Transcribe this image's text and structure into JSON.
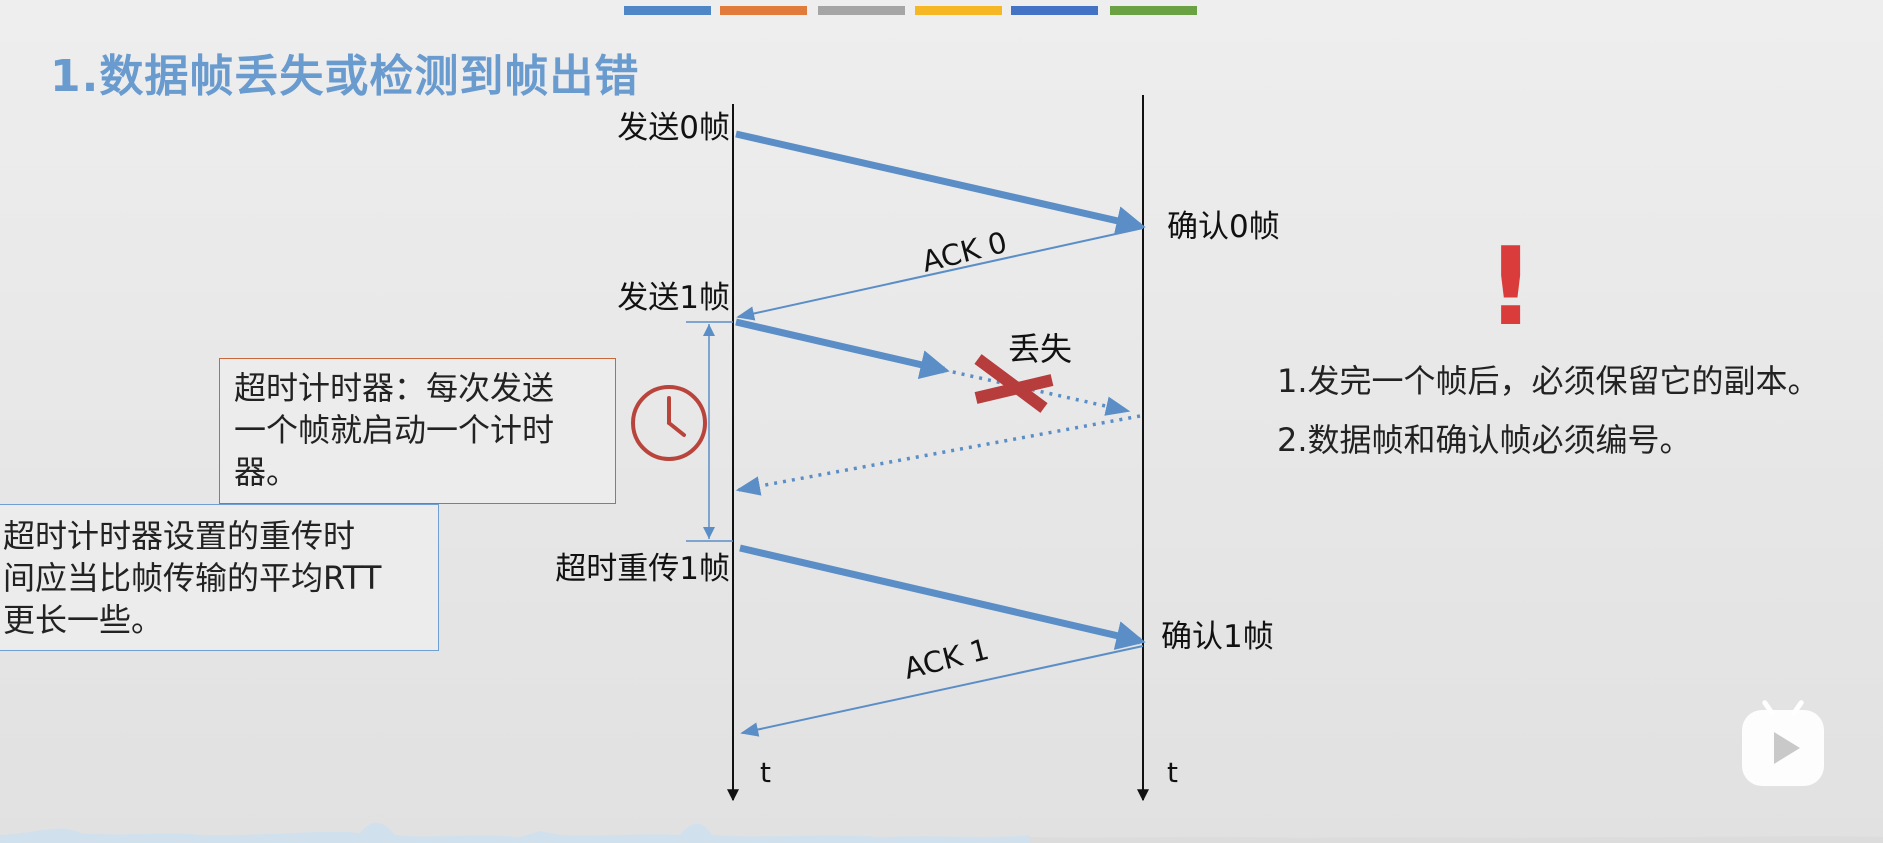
{
  "color_bars": [
    {
      "name": "color-bar-blue",
      "color": "#4f86c6"
    },
    {
      "name": "color-bar-orange",
      "color": "#e07b3c"
    },
    {
      "name": "color-bar-gray",
      "color": "#a5a5a5"
    },
    {
      "name": "color-bar-yellow",
      "color": "#f5b824"
    },
    {
      "name": "color-bar-darkblue",
      "color": "#4472c4"
    },
    {
      "name": "color-bar-green",
      "color": "#6aa143"
    }
  ],
  "title": "1.数据帧丢失或检测到帧出错",
  "sender_labels": {
    "send0": "发送0帧",
    "send1": "发送1帧",
    "retransmit1": "超时重传1帧"
  },
  "receiver_labels": {
    "confirm0": "确认0帧",
    "confirm1": "确认1帧"
  },
  "ack_labels": {
    "ack0": "ACK 0",
    "ack1": "ACK 1"
  },
  "loss_label": "丢失",
  "axis_labels": {
    "sender_t": "t",
    "receiver_t": "t"
  },
  "timer_box": {
    "lines": [
      "超时计时器：每次发送",
      "一个帧就启动一个计时",
      "器。"
    ]
  },
  "rtt_box": {
    "lines": [
      "超时计时器设置的重传时",
      "间应当比帧传输的平均RTT",
      "更长一些。"
    ]
  },
  "exclamation": "!",
  "rules": [
    "1.发完一个帧后，必须保留它的副本。",
    "2.数据帧和确认帧必须编号。"
  ],
  "icons": {
    "clock": "clock-icon",
    "cross": "cross-icon",
    "play": "play-icon"
  },
  "colors": {
    "title": "#6a9bcf",
    "arrow": "#5b8ec7",
    "timer_border": "#c9673a",
    "rtt_border": "#6f9fd3",
    "clock": "#b8443c",
    "cross": "#b73c3c",
    "exclaim": "#d93c3a"
  }
}
